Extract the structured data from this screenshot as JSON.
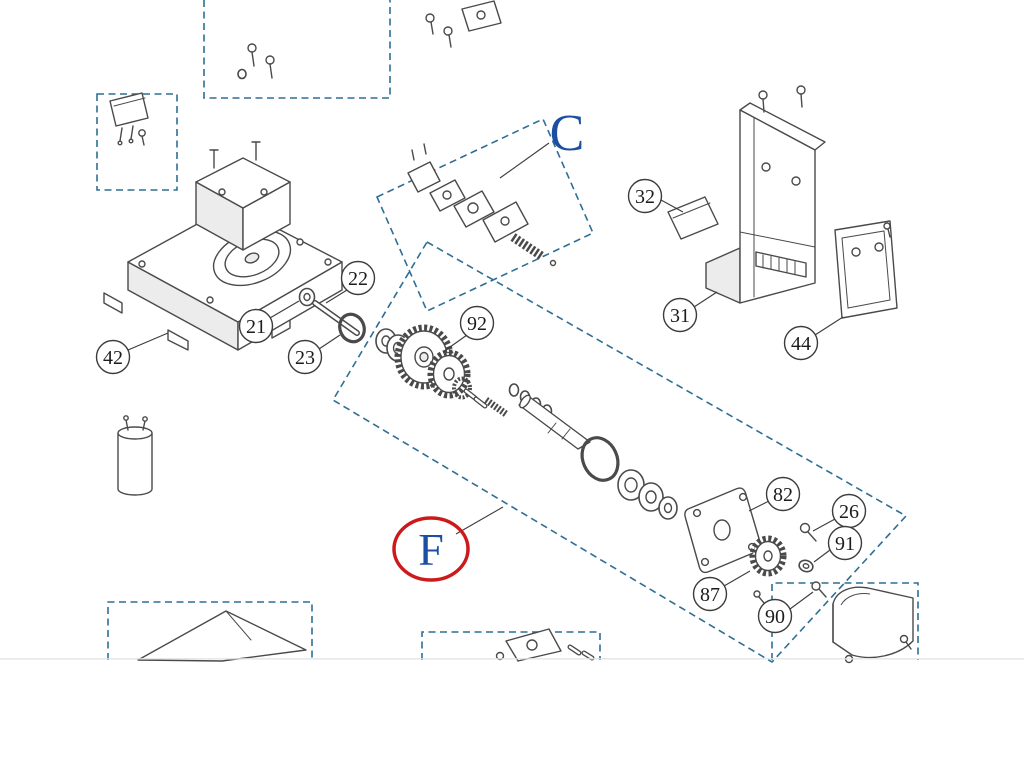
{
  "diagram": {
    "section_labels": {
      "c": "C",
      "f": "F"
    },
    "callouts": {
      "c42": "42",
      "c21": "21",
      "c22": "22",
      "c23": "23",
      "c92": "92",
      "c32": "32",
      "c31": "31",
      "c44": "44",
      "c82": "82",
      "c26": "26",
      "c91": "91",
      "c87": "87",
      "c90": "90"
    },
    "colors": {
      "dash": "#2f6e94",
      "section_letter": "#1c4fa1",
      "highlight": "#cc1a1a",
      "line": "#4a4a4a"
    }
  }
}
